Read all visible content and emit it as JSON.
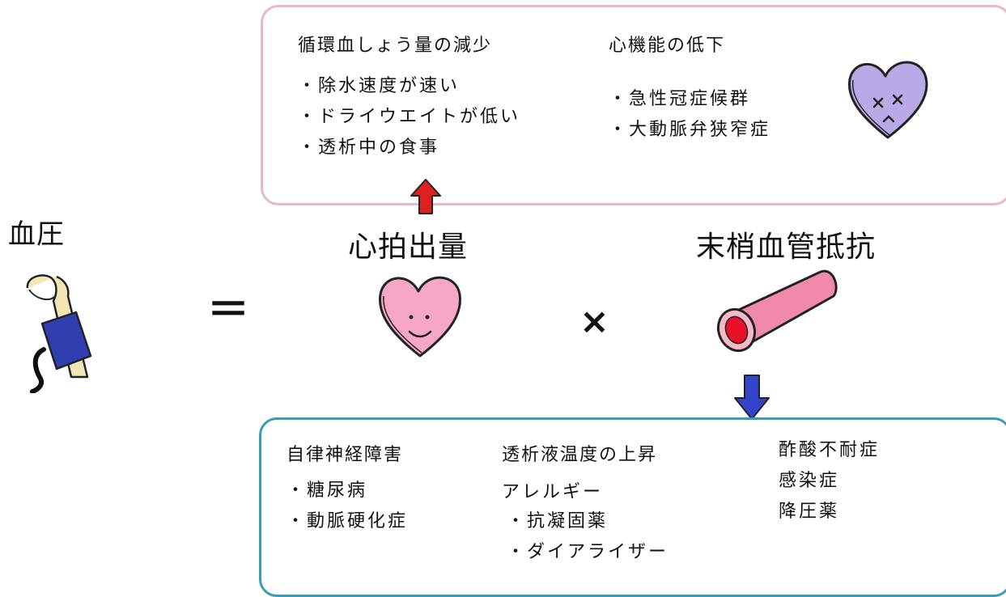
{
  "left_label": "血圧",
  "equals_sign": "＝",
  "times_sign": "×",
  "cardiac_output": "心拍出量",
  "peripheral_resistance": "末梢血管抵抗",
  "top_box": {
    "col1": {
      "heading": "循環血しょう量の減少",
      "items": [
        "・除水速度が速い",
        "・ドライウエイトが低い",
        "・透析中の食事"
      ]
    },
    "col2": {
      "heading": "心機能の低下",
      "items": [
        "・急性冠症候群",
        "・大動脈弁狭窄症"
      ]
    }
  },
  "bottom_box": {
    "col1": {
      "heading": "自律神経障害",
      "items": [
        "・糖尿病",
        "・動脈硬化症"
      ]
    },
    "col2": {
      "heading": "透析液温度の上昇",
      "subheading": "アレルギー",
      "items": [
        "・抗凝固薬",
        "・ダイアライザー"
      ]
    },
    "col3": {
      "items": [
        "酢酸不耐症",
        "感染症",
        "降圧薬"
      ]
    }
  },
  "colors": {
    "top_box_border": "#e8b7c8",
    "bottom_box_border": "#3a9bb4",
    "up_arrow": "#e02020",
    "down_arrow": "#3344cc",
    "heart_pink": "#f6a6c6",
    "heart_purple": "#b9a9e6",
    "vessel_pink": "#f08aa8",
    "cuff_blue": "#2f3fb0"
  }
}
